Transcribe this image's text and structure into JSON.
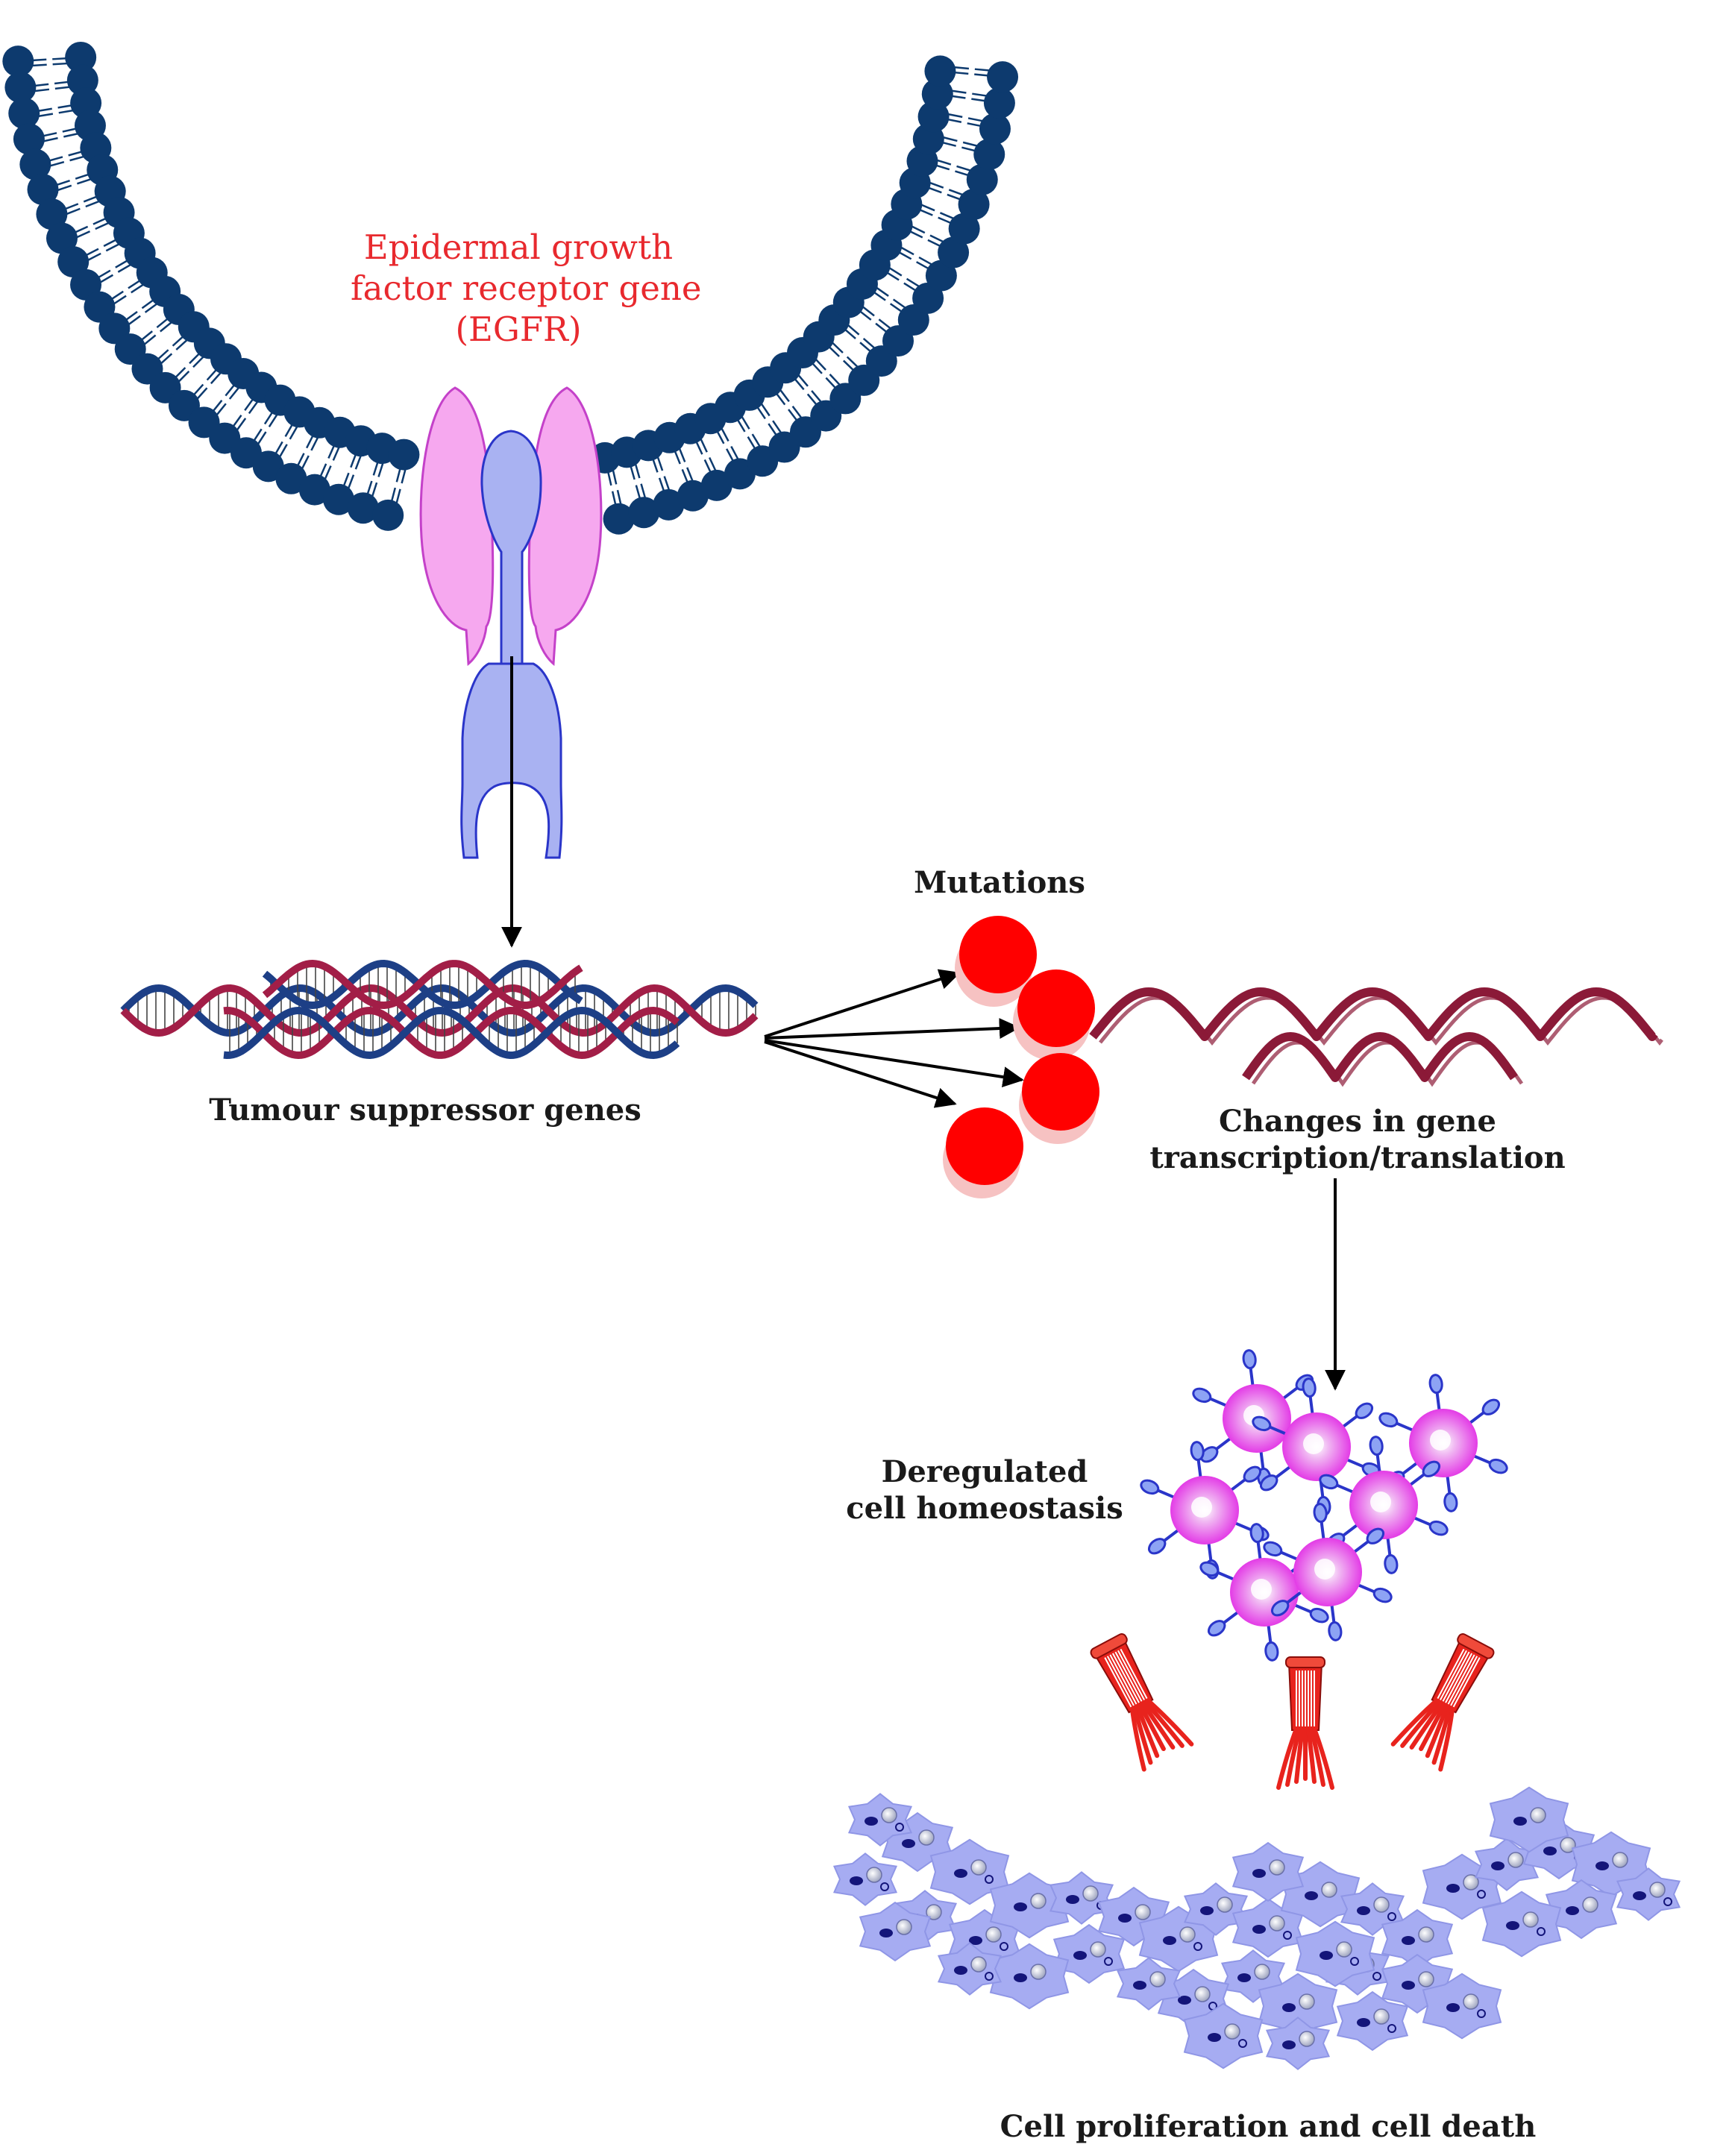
{
  "labels": {
    "egfr": [
      "Epidermal growth",
      "factor receptor gene",
      "(EGFR)"
    ],
    "tumour": "Tumour suppressor genes",
    "mutations": "Mutations",
    "changes": [
      "Changes in gene",
      "transcription/translation"
    ],
    "deregulated": [
      "Deregulated",
      "cell homeostasis"
    ],
    "proliferation": "Cell proliferation and cell death"
  },
  "colors": {
    "membrane": "#0d3a6e",
    "egfr_label": "#e8292e",
    "receptor_outer": "#f6a8ef",
    "receptor_inner": "#a9b2f2",
    "dna_red": "#a21e47",
    "dna_blue": "#1d3f86",
    "mutation": "#ff0000",
    "mrna": "#8b1a38",
    "cell_magenta": "#e33be6",
    "antenna_blue": "#2a35c9",
    "effector_red": "#e8231d",
    "tissue": "#a6acf2"
  }
}
